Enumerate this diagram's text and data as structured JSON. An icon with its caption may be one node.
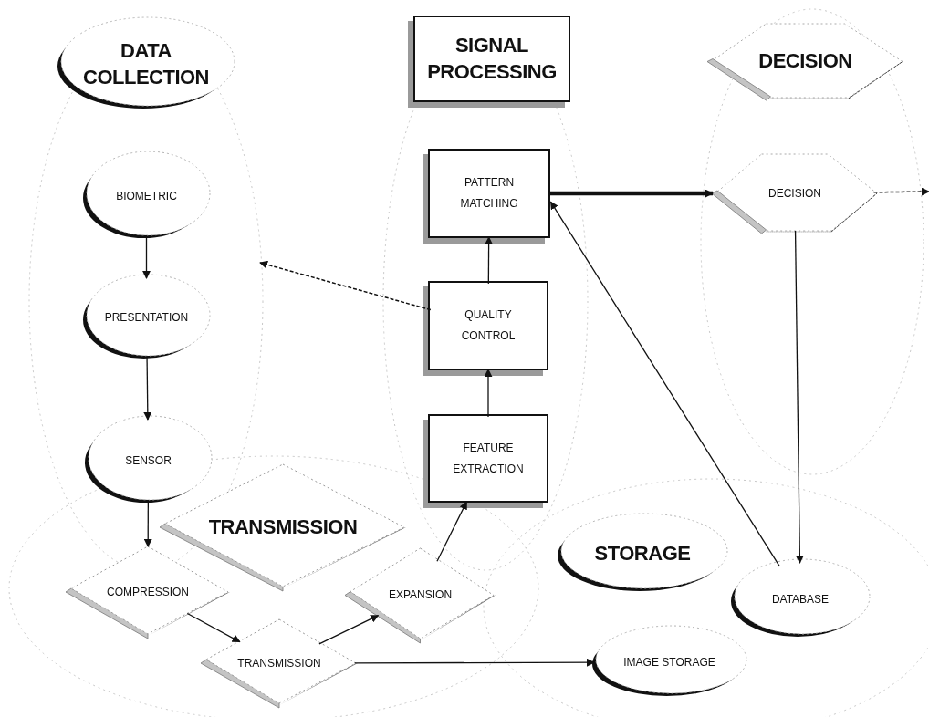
{
  "diagram": {
    "nodes": [
      {
        "text": [
          "DATA COLLECTION"
        ]
      },
      {
        "text": [
          "SIGNAL PROCESSING"
        ]
      },
      {
        "text": [
          "DECISION"
        ]
      },
      {
        "text": [
          "BIOMETRIC"
        ]
      },
      {
        "text": [
          "PRESENTATION"
        ]
      },
      {
        "text": [
          "SENSOR"
        ]
      },
      {
        "text": [
          "PATTERN MATCHING"
        ]
      },
      {
        "text": [
          "QUALITY CONTROL"
        ]
      },
      {
        "text": [
          "FEATURE EXTRACTION"
        ]
      },
      {
        "text": [
          "DECISION"
        ]
      },
      {
        "text": [
          "TRANSMISSION"
        ]
      },
      {
        "text": [
          "COMPRESSION"
        ]
      },
      {
        "text": [
          "EXPANSION"
        ]
      },
      {
        "text": [
          "TRANSMISSION"
        ]
      },
      {
        "text": [
          "STORAGE"
        ]
      },
      {
        "text": [
          "DATABASE"
        ]
      },
      {
        "text": [
          "IMAGE STORAGE"
        ]
      }
    ],
    "edges": [
      {
        "from": 3,
        "to": 4,
        "arrow": "to"
      },
      {
        "from": 4,
        "to": 5,
        "arrow": "to"
      },
      {
        "from": 5,
        "to": 11,
        "arrow": "to"
      },
      {
        "from": 11,
        "to": 13,
        "arrow": "to"
      },
      {
        "from": 13,
        "to": 12,
        "arrow": "to"
      },
      {
        "from": 12,
        "to": 8,
        "arrow": "to"
      },
      {
        "from": 8,
        "to": 7,
        "arrow": "to"
      },
      {
        "from": 7,
        "to": 6,
        "arrow": "to"
      },
      {
        "from": 6,
        "to": 9,
        "arrow": "to",
        "style": "thick"
      },
      {
        "from": 9,
        "to": 15,
        "arrow": "to"
      },
      {
        "from": 15,
        "to": 6,
        "arrow": "to"
      },
      {
        "from": 13,
        "to": 16,
        "arrow": "to"
      },
      {
        "from": 7,
        "to": null,
        "arrow": "to",
        "style": "dashed"
      },
      {
        "from": 9,
        "to": null,
        "arrow": "to",
        "style": "dashed"
      }
    ]
  }
}
